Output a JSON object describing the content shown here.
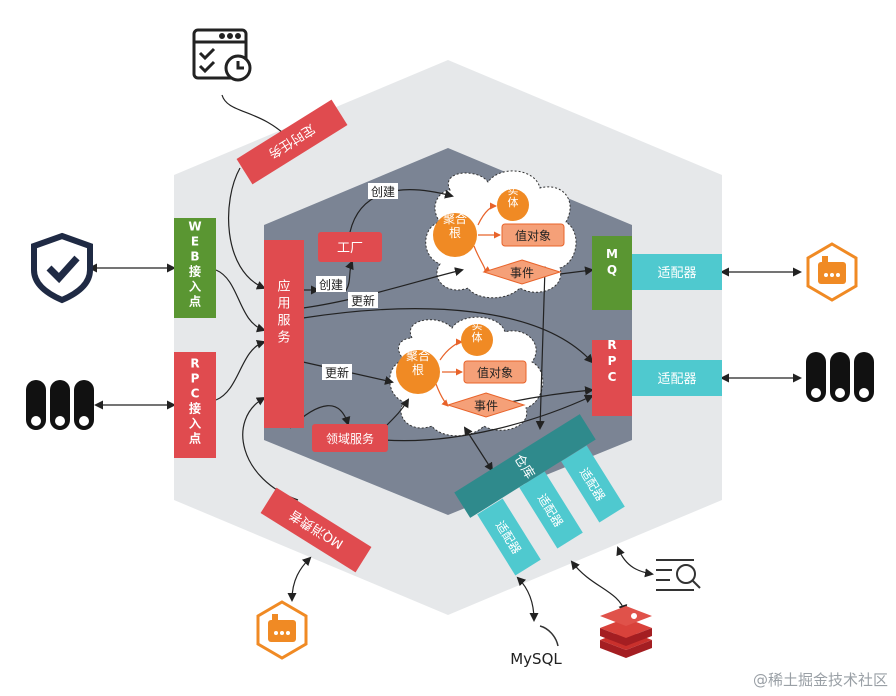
{
  "inbound": {
    "web": "WEB接入点",
    "rpc": "RPC接入点",
    "scheduled_task": "定时任务",
    "mq_consumer": "MQ消费者"
  },
  "app": {
    "service": "应用服务",
    "factory": "工厂",
    "domain_service": "领域服务"
  },
  "aggregate": {
    "root": "聚合\n根",
    "entity": "实\n体",
    "value_object": "值对象",
    "event": "事件"
  },
  "edges": {
    "create": "创建",
    "update": "更新"
  },
  "outbound": {
    "mq": "MQ",
    "rpc": "RPC",
    "repository": "仓库",
    "adapter": "适配器"
  },
  "external": {
    "mysql_label": "MySQL"
  },
  "watermark": "@稀土掘金技术社区",
  "colors": {
    "red": "#e04b4f",
    "green": "#5a9632",
    "teal": "#4fc9cf",
    "dark_teal": "#2f8a8c",
    "orange": "#f08a24",
    "hex_outer": "#e6e8ea",
    "hex_inner": "#7b8494"
  }
}
